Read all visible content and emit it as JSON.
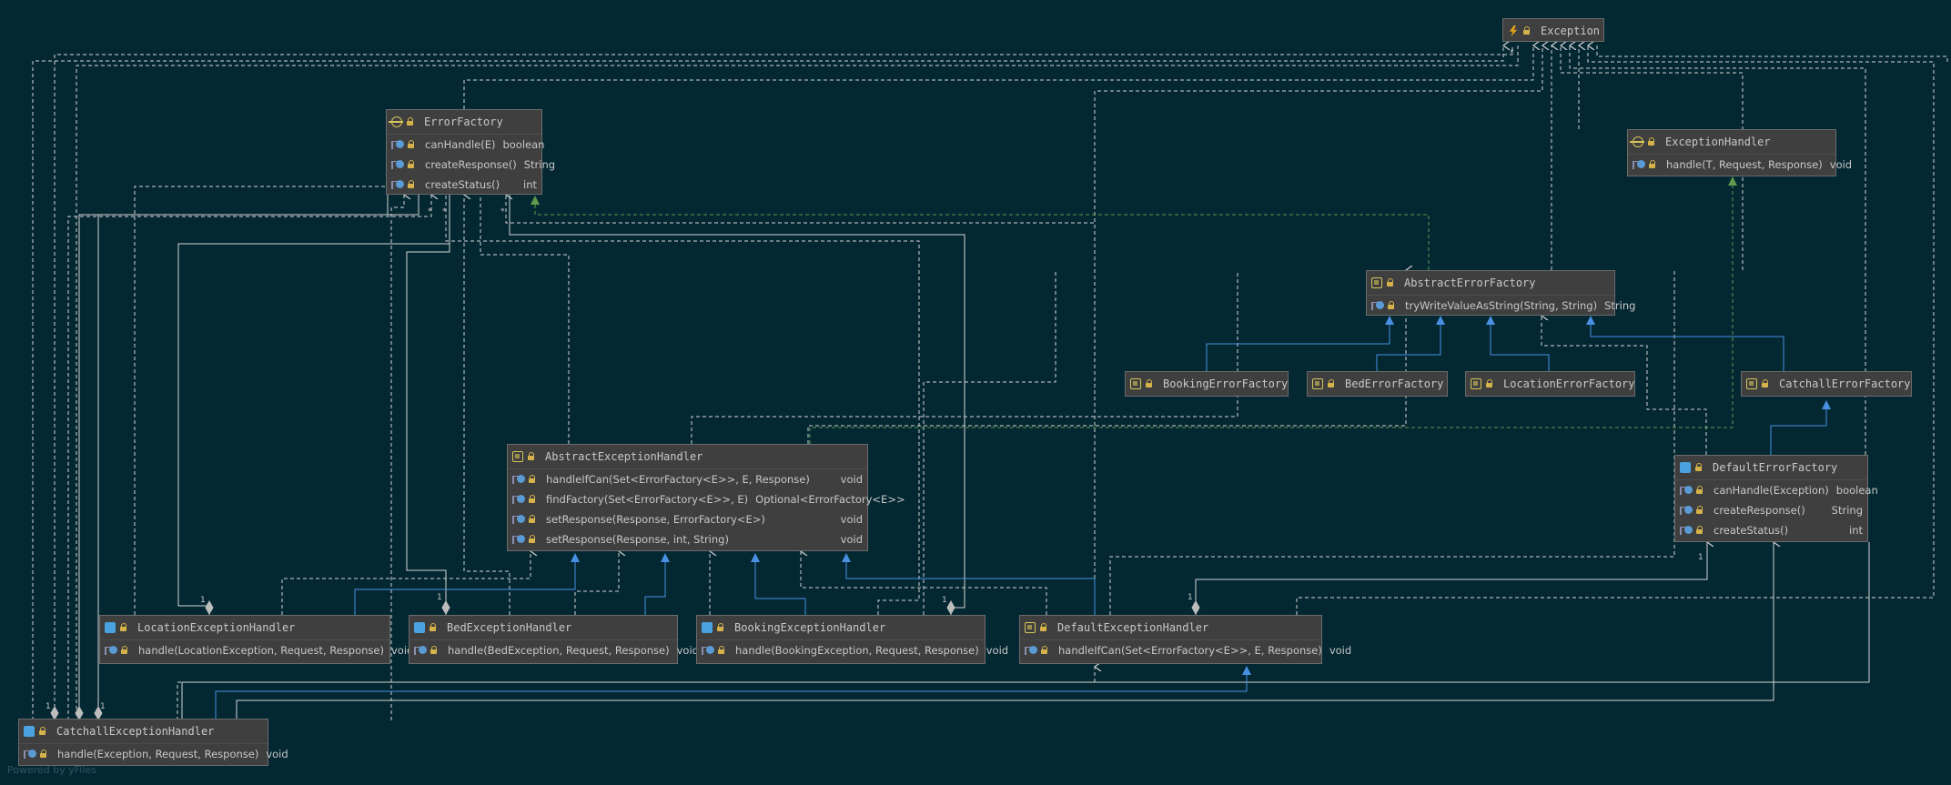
{
  "colors": {
    "background": "#032832",
    "node_fill": "#3f3f3f",
    "edge_gray": "#d4d4d4",
    "edge_blue": "#4a90e2",
    "edge_green": "#5f9a4a"
  },
  "nodes": {
    "exception": {
      "title": "Exception",
      "icon": "exception-icon",
      "members": []
    },
    "error_factory": {
      "title": "ErrorFactory",
      "icon": "interface-icon",
      "members": [
        {
          "name": "canHandle(E)",
          "type": "boolean"
        },
        {
          "name": "createResponse()",
          "type": "String"
        },
        {
          "name": "createStatus()",
          "type": "int"
        }
      ]
    },
    "exception_handler": {
      "title": "ExceptionHandler",
      "icon": "interface-icon",
      "members": [
        {
          "name": "handle(T, Request, Response)",
          "type": "void"
        }
      ]
    },
    "abstract_error_factory": {
      "title": "AbstractErrorFactory",
      "icon": "abstract-class-icon",
      "members": [
        {
          "name": "tryWriteValueAsString(String, String)",
          "type": "String"
        }
      ]
    },
    "booking_error_factory": {
      "title": "BookingErrorFactory",
      "icon": "class-icon",
      "members": []
    },
    "bed_error_factory": {
      "title": "BedErrorFactory",
      "icon": "class-icon",
      "members": []
    },
    "location_error_factory": {
      "title": "LocationErrorFactory",
      "icon": "class-icon",
      "members": []
    },
    "catchall_error_factory": {
      "title": "CatchallErrorFactory",
      "icon": "class-icon",
      "members": []
    },
    "default_error_factory": {
      "title": "DefaultErrorFactory",
      "icon": "class-icon",
      "members": [
        {
          "name": "canHandle(Exception)",
          "type": "boolean"
        },
        {
          "name": "createResponse()",
          "type": "String"
        },
        {
          "name": "createStatus()",
          "type": "int"
        }
      ]
    },
    "abstract_exception_handler": {
      "title": "AbstractExceptionHandler",
      "icon": "abstract-class-icon",
      "members": [
        {
          "name": "handleIfCan(Set<ErrorFactory<E>>, E, Response)",
          "type": "void"
        },
        {
          "name": "findFactory(Set<ErrorFactory<E>>, E)",
          "type": "Optional<ErrorFactory<E>>"
        },
        {
          "name": "setResponse(Response, ErrorFactory<E>)",
          "type": "void"
        },
        {
          "name": "setResponse(Response, int, String)",
          "type": "void"
        }
      ]
    },
    "location_exception_handler": {
      "title": "LocationExceptionHandler",
      "icon": "class-icon",
      "members": [
        {
          "name": "handle(LocationException, Request, Response)",
          "type": "void"
        }
      ]
    },
    "bed_exception_handler": {
      "title": "BedExceptionHandler",
      "icon": "class-icon",
      "members": [
        {
          "name": "handle(BedException, Request, Response)",
          "type": "void"
        }
      ]
    },
    "booking_exception_handler": {
      "title": "BookingExceptionHandler",
      "icon": "class-icon",
      "members": [
        {
          "name": "handle(BookingException, Request, Response)",
          "type": "void"
        }
      ]
    },
    "default_exception_handler": {
      "title": "DefaultExceptionHandler",
      "icon": "abstract-class-icon",
      "members": [
        {
          "name": "handleIfCan(Set<ErrorFactory<E>>, E, Response)",
          "type": "void"
        }
      ]
    },
    "catchall_exception_handler": {
      "title": "CatchallExceptionHandler",
      "icon": "class-icon",
      "members": [
        {
          "name": "handle(Exception, Request, Response)",
          "type": "void"
        }
      ]
    }
  },
  "multiplicity": "1",
  "multiplicity_many": "*",
  "watermark": "Powered by yFiles"
}
